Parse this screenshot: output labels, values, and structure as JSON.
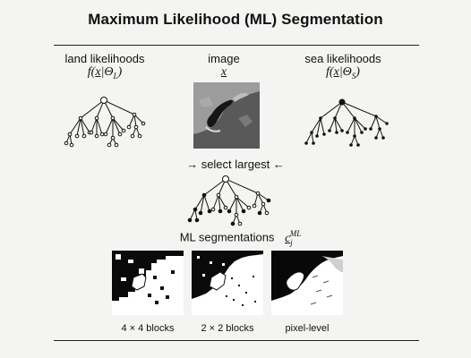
{
  "title": "Maximum Likelihood (ML) Segmentation",
  "land": {
    "label": "land likelihoods",
    "formula": "f(x|Θ_L)"
  },
  "image": {
    "label": "image",
    "symbol": "x"
  },
  "sea": {
    "label": "sea likelihoods",
    "formula": "f(x|Θ_S)"
  },
  "select_label": "→ select largest ←",
  "ml_segmentations": {
    "label": "ML segmentations",
    "symbol": "c_j^{ML}"
  },
  "results": [
    {
      "caption": "4 × 4 blocks"
    },
    {
      "caption": "2 × 2 blocks"
    },
    {
      "caption": "pixel-level"
    }
  ]
}
